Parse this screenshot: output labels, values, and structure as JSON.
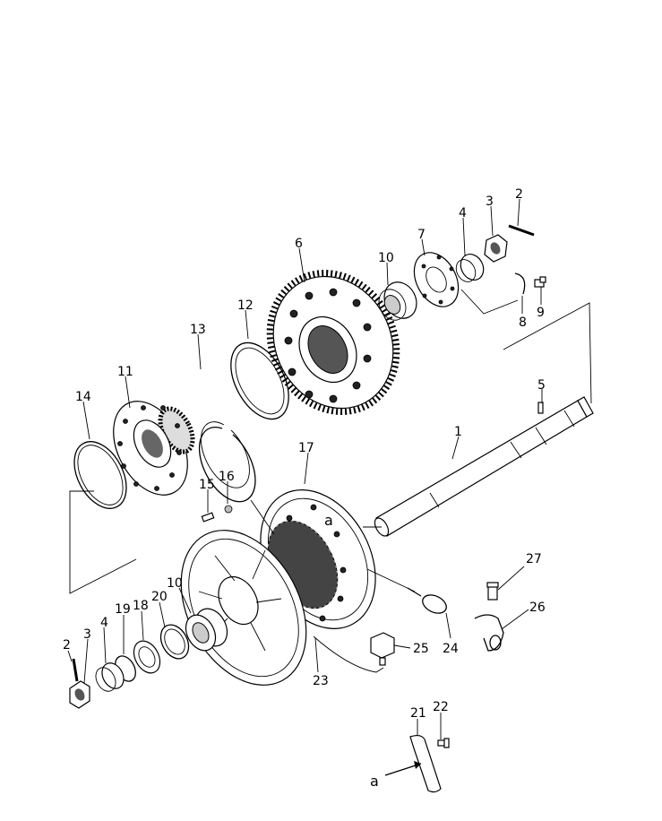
{
  "diagram": {
    "callouts": {
      "c1": "1",
      "c2a": "2",
      "c3a": "3",
      "c4a": "4",
      "c5": "5",
      "c6": "6",
      "c7": "7",
      "c8": "8",
      "c9": "9",
      "c10a": "10",
      "c11": "11",
      "c12": "12",
      "c13": "13",
      "c14": "14",
      "c15": "15",
      "c16": "16",
      "c17": "17",
      "c18": "18",
      "c19": "19",
      "c20": "20",
      "c10b": "10",
      "c4b": "4",
      "c3b": "3",
      "c2b": "2",
      "c21": "21",
      "c22": "22",
      "c23": "23",
      "c24": "24",
      "c25": "25",
      "c26": "26",
      "c27": "27",
      "ref_a1": "a",
      "ref_a2": "a"
    }
  }
}
